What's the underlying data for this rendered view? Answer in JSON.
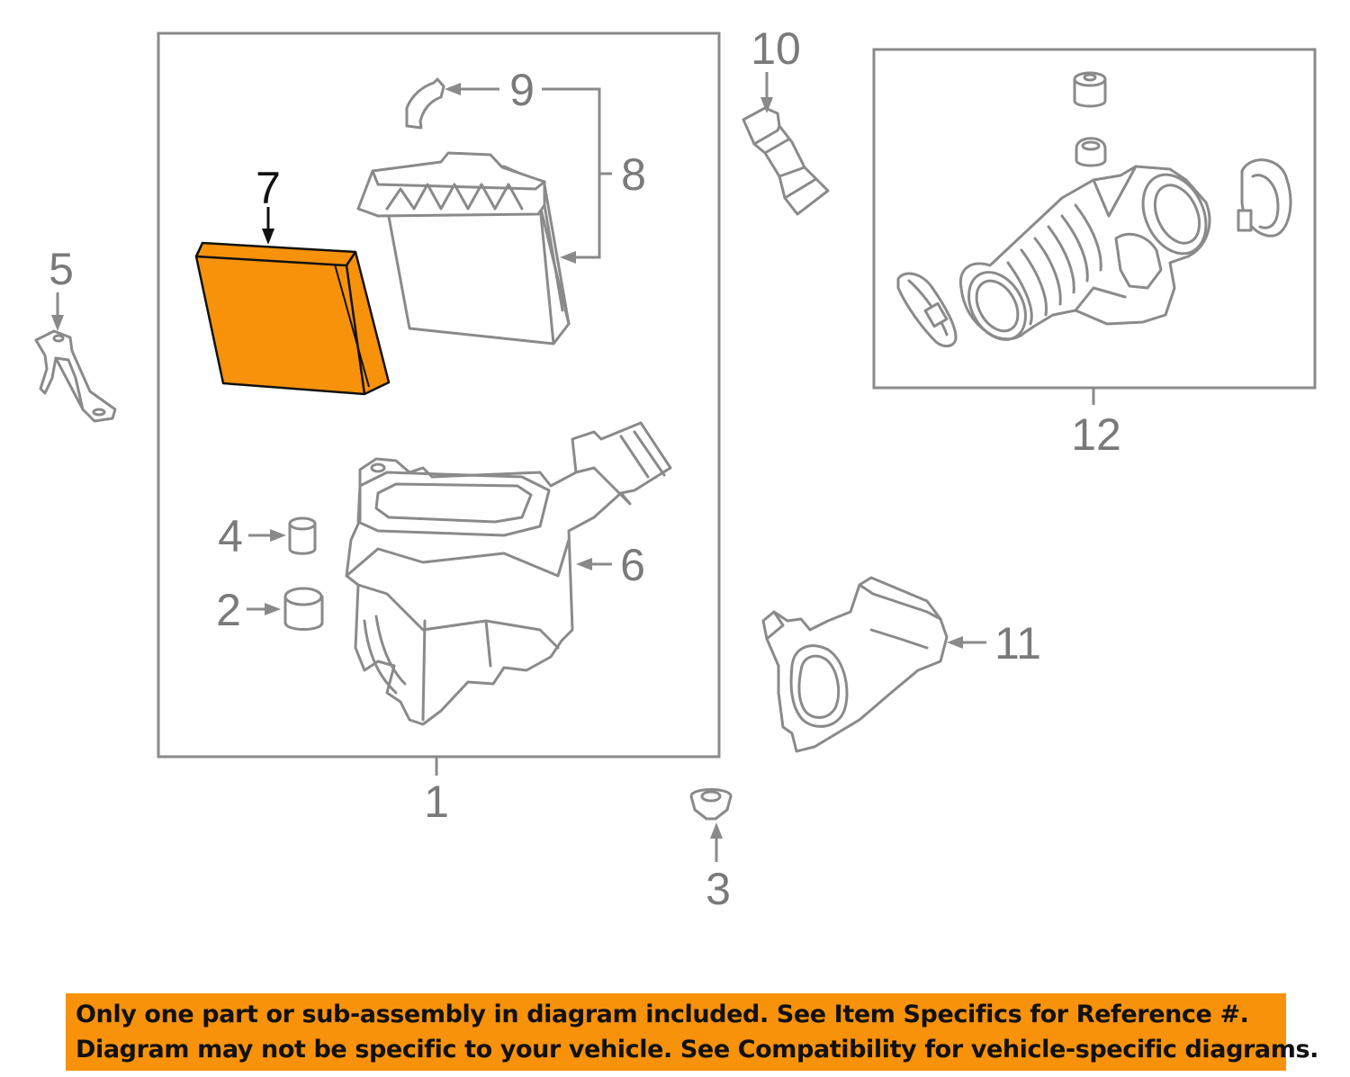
{
  "callouts": {
    "c1": "1",
    "c2": "2",
    "c3": "3",
    "c4": "4",
    "c5": "5",
    "c6": "6",
    "c7": "7",
    "c8": "8",
    "c9": "9",
    "c10": "10",
    "c11": "11",
    "c12": "12"
  },
  "highlight_color": "#f7920a",
  "disclaimer": {
    "line1": "Only one part or sub-assembly in diagram included. See Item Specifics for Reference #.",
    "line2": "Diagram may not be specific to your vehicle. See Compatibility for vehicle-specific diagrams."
  }
}
